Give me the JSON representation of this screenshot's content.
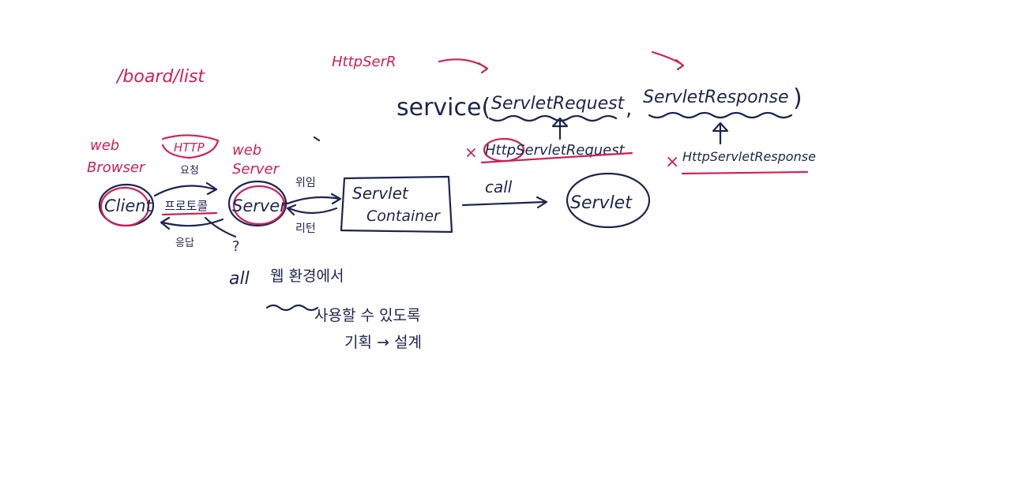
{
  "annotations": {
    "url": "/board/list",
    "http_abbrev": "HttpSerR",
    "web_browser": [
      "web",
      "Browser"
    ],
    "http_label": "HTTP",
    "request": "요청",
    "web_server": [
      "web",
      "Server"
    ],
    "client": "Client",
    "protocol": "프로토콜",
    "server": "Server",
    "response": "응답",
    "delegate": "위임",
    "return": "리턴",
    "question_mark": "?",
    "servlet_container": [
      "Servlet",
      "Container"
    ],
    "call": "call",
    "servlet": "Servlet",
    "service_prefix": "service(",
    "servlet_request": "ServletRequest",
    "comma": ",",
    "servlet_response": "ServletResponse",
    "service_suffix": ")",
    "x_mark_1": "×",
    "http_servlet_request": "HttpServletRequest",
    "x_mark_2": "×",
    "http_servlet_response": "HttpServletResponse",
    "all": "all",
    "note_line1": "웹 환경에서",
    "note_line2": "사용할 수 있도록",
    "note_line3": "기획 → 설계"
  },
  "colors": {
    "ink_navy": "#1c2550",
    "ink_red": "#d01f55",
    "background": "#ffffff"
  }
}
